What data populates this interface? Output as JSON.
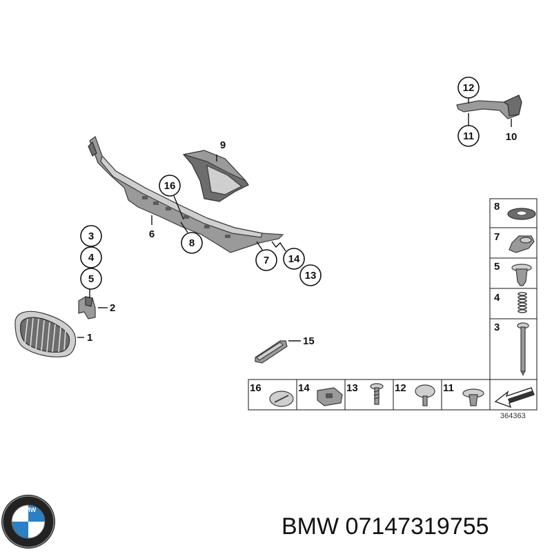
{
  "caption": {
    "brand": "BMW",
    "part_number": "07147319755"
  },
  "diagram_ref": "364363",
  "callouts": {
    "c1": "1",
    "c2": "2",
    "c3": "3",
    "c4": "4",
    "c5": "5",
    "c6": "6",
    "c7": "7",
    "c8": "8",
    "c9": "9",
    "c10": "10",
    "c11": "11",
    "c12": "12",
    "c13": "13",
    "c14": "14",
    "c15": "15",
    "c16": "16"
  },
  "hardware_column": [
    "8",
    "7",
    "5",
    "4",
    "3"
  ],
  "hardware_row": [
    "16",
    "14",
    "13",
    "12",
    "11"
  ],
  "logo": {
    "text": "BMW",
    "icon": "bmw-roundel-icon",
    "blue": "#2b7fc4"
  }
}
